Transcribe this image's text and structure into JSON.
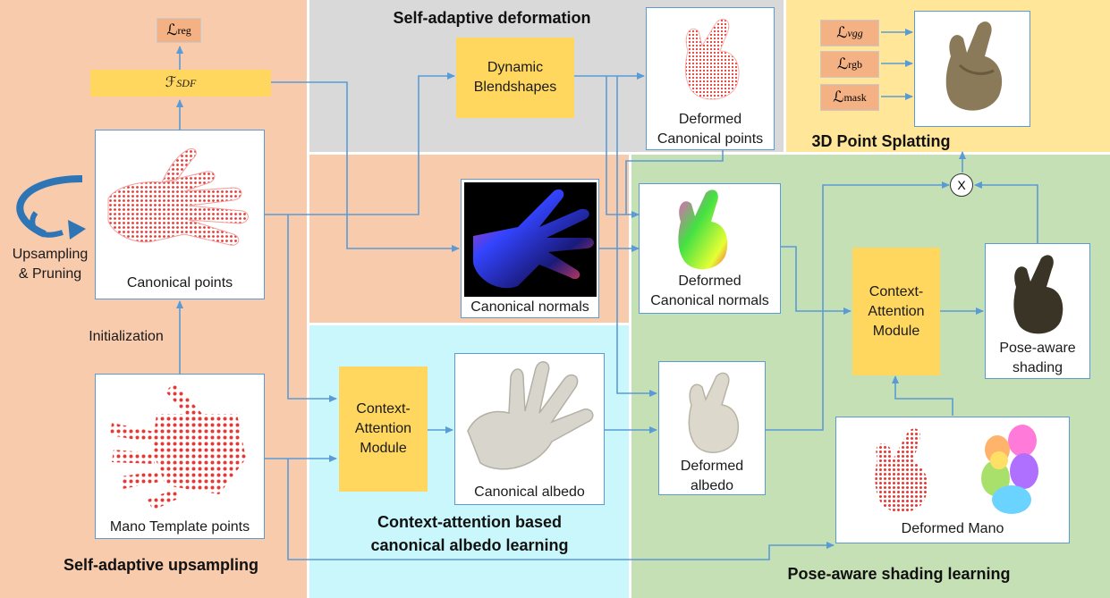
{
  "titles": {
    "deformation": "Self-adaptive deformation",
    "splatting": "3D Point Splatting",
    "upsampling": "Self-adaptive upsampling",
    "albedo_line1": "Context-attention based",
    "albedo_line2": "canonical albedo learning",
    "shading": "Pose-aware shading learning"
  },
  "losses": {
    "reg": "reg",
    "sdf": "SDF",
    "vgg": "vgg",
    "rgb": "rgb",
    "mask": "mask",
    "script": "ℒ",
    "F": "ℱ"
  },
  "modules": {
    "blendshapes_line1": "Dynamic",
    "blendshapes_line2": "Blendshapes",
    "cam_line1": "Context-",
    "cam_line2": "Attention",
    "cam_line3": "Module",
    "cam2_line1": "Context-",
    "cam2_line2": "Attention",
    "cam2_line3": "Module"
  },
  "labels": {
    "canonical_points": "Canonical points",
    "upsampling_line1": "Upsampling",
    "upsampling_line2": "& Pruning",
    "initialization": "Initialization",
    "mano_template": "Mano Template points",
    "canonical_normals": "Canonical normals",
    "canonical_albedo": "Canonical albedo",
    "deformed_canonical_line1": "Deformed",
    "deformed_canonical_line2": "Canonical points",
    "deformed_normals_line1": "Deformed",
    "deformed_normals_line2": "Canonical normals",
    "deformed_albedo_line1": "Deformed",
    "deformed_albedo_line2": "albedo",
    "pose_shading_line1": "Pose-aware",
    "pose_shading_line2": "shading",
    "deformed_mano": "Deformed Mano",
    "multiply": "X"
  },
  "colors": {
    "upsampling_bg": "#f8cbad",
    "deformation_bg": "#d9d9d9",
    "splatting_bg": "#ffe699",
    "albedo_bg": "#c9f7fb",
    "shading_bg": "#c5e0b4",
    "module": "#ffd75e",
    "arrow": "#5b9bd5",
    "points": "#e53935"
  }
}
